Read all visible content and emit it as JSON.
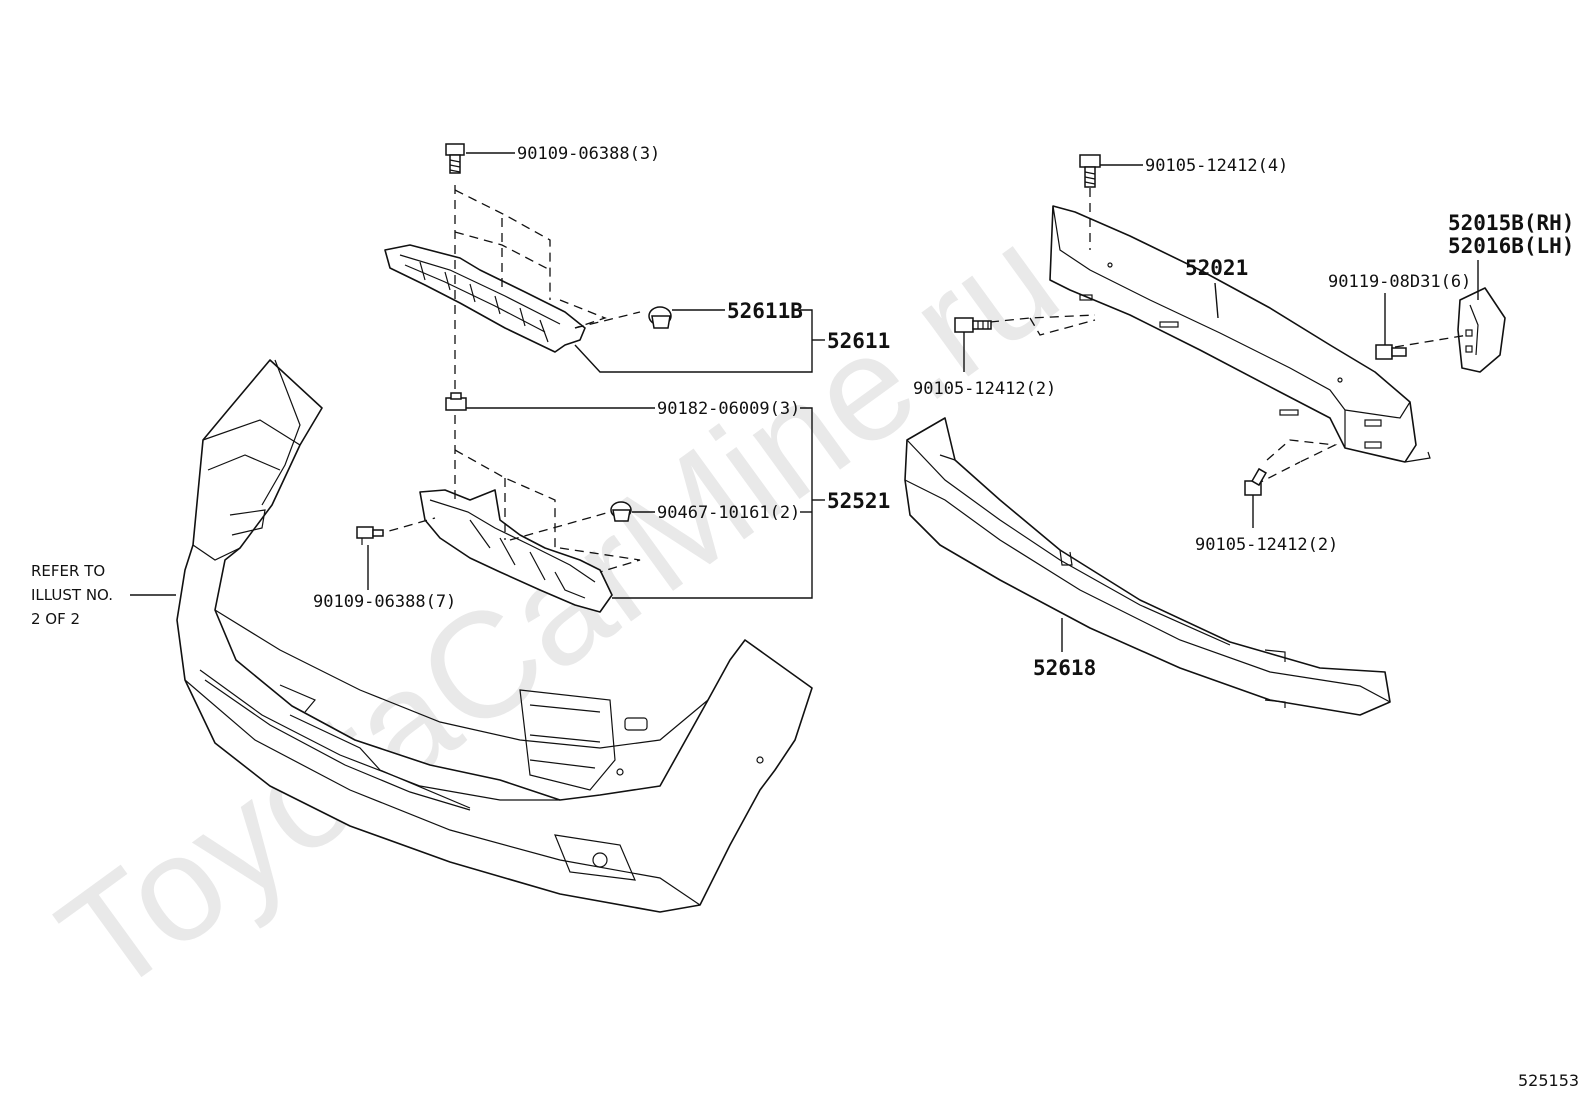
{
  "watermark": "ToyotaCarMine.ru",
  "figure_number": "525153",
  "note": {
    "line1": "REFER TO",
    "line2": "ILLUST NO.",
    "line3": "2 OF 2"
  },
  "labels": {
    "bolt_top_left": "90109-06388(3)",
    "clip_52611b": "52611B",
    "part_52611": "52611",
    "nut_90182": "90182-06009(3)",
    "clip_90467": "90467-10161(2)",
    "part_52521": "52521",
    "bolt_bottom_left": "90109-06388(7)",
    "bolt_top_right": "90105-12412(4)",
    "part_52021": "52021",
    "bracket_rh": "52015B(RH)",
    "bracket_lh": "52016B(LH)",
    "bolt_bracket": "90119-08D31(6)",
    "bolt_mid_right": "90105-12412(2)",
    "bolt_lower_right": "90105-12412(2)",
    "part_52618": "52618"
  }
}
